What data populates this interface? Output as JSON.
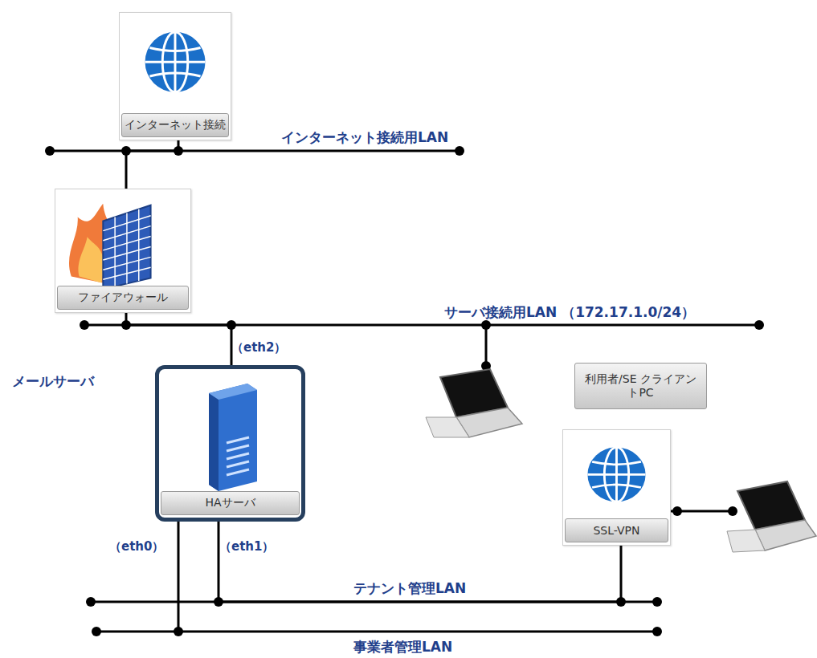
{
  "diagram": {
    "nodes": [
      {
        "text": [
          "インターネット接続"
        ]
      },
      {
        "text": [
          "ファイアウォール"
        ]
      },
      {
        "text": [
          "メールサーバ",
          "HAサーバ"
        ]
      },
      {
        "text": [
          "利用者/SE クライアントPC"
        ]
      },
      {
        "text": [
          "SSL-VPN"
        ]
      }
    ],
    "edges": [
      {
        "from": 0,
        "to": 1,
        "arrow": "none"
      },
      {
        "from": 1,
        "to": 2,
        "arrow": "none"
      },
      {
        "from": 2,
        "to": 4,
        "arrow": "none"
      }
    ],
    "labels": [
      "インターネット接続用LAN",
      "サーバ接続用LAN （172.17.1.0/24）",
      "（eth2）",
      "（eth0）",
      "（eth1）",
      "テナント管理LAN",
      "事業者管理LAN"
    ]
  }
}
